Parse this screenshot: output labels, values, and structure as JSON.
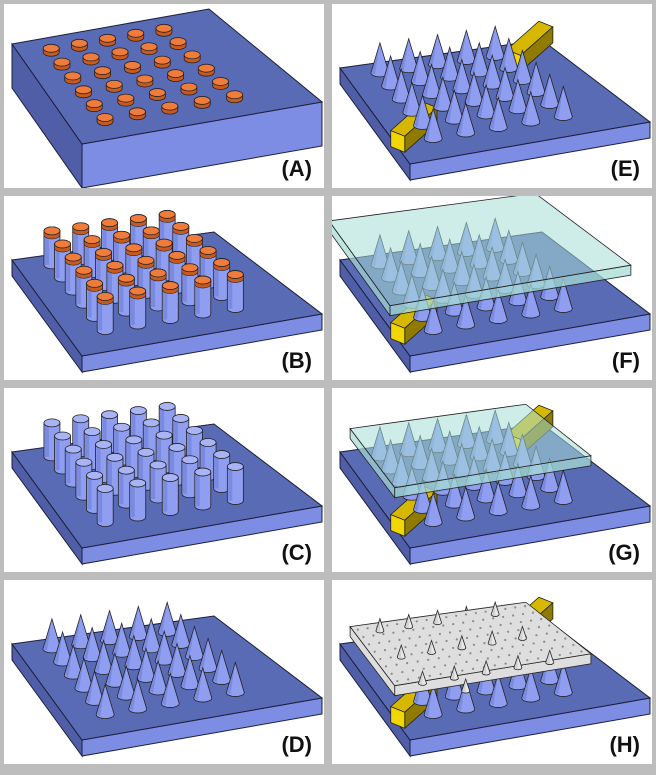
{
  "panels": [
    {
      "id": "A",
      "label": "(A)",
      "state": "substrate-with-orange-disks"
    },
    {
      "id": "B",
      "label": "(B)",
      "state": "tall-pillars-with-orange-caps"
    },
    {
      "id": "C",
      "label": "(C)",
      "state": "tall-pillars"
    },
    {
      "id": "D",
      "label": "(D)",
      "state": "cones"
    },
    {
      "id": "E",
      "label": "(E)",
      "state": "cones-with-yellow-spacers"
    },
    {
      "id": "F",
      "label": "(F)",
      "state": "cones-with-floating-glass-slab"
    },
    {
      "id": "G",
      "label": "(G)",
      "state": "cones-with-glass-slab-on-spacers"
    },
    {
      "id": "H",
      "label": "(H)",
      "state": "cones-with-perforated-membrane"
    }
  ],
  "colors": {
    "substrate_top": "#5a6bb5",
    "substrate_front": "#7e8de4",
    "substrate_side": "#4f5ea6",
    "feature": "#8f9ef0",
    "feature_dark": "#6676cc",
    "cap": "#f07c3c",
    "spacer": "#d6b800",
    "glass": "#a6dcd6",
    "membrane": "#dedede",
    "border": "#bdbdbd"
  },
  "icons": [
    "cone-icon",
    "pillar-icon",
    "disk-icon",
    "spacer-block-icon",
    "glass-slab-icon",
    "membrane-icon"
  ]
}
